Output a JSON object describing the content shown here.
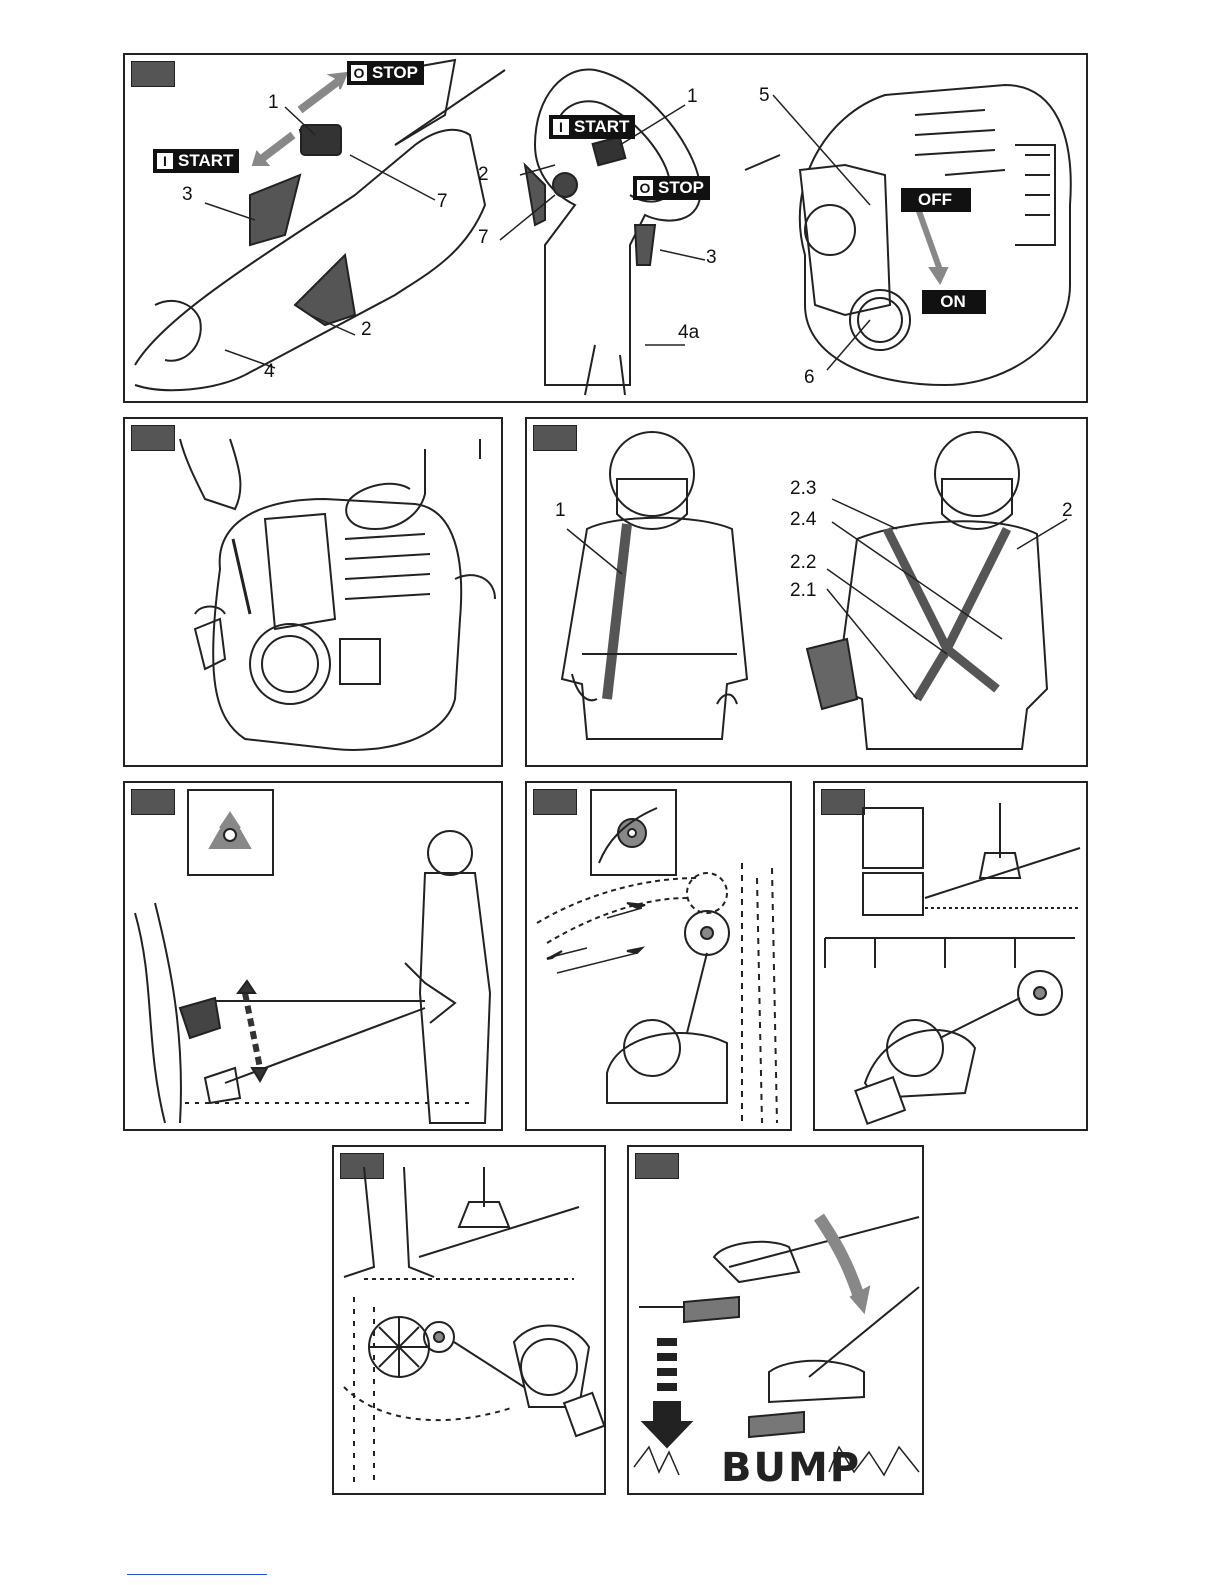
{
  "page": {
    "panel1": {
      "labels": [
        "1",
        "2",
        "3",
        "4",
        "7",
        "1",
        "2",
        "3",
        "4a",
        "7",
        "5",
        "6"
      ],
      "switches": {
        "start": {
          "glyph": "I",
          "text": "START"
        },
        "stop": {
          "glyph": "O",
          "text": "STOP"
        },
        "off": "OFF",
        "on": "ON"
      }
    },
    "panel3": {
      "labels": [
        "1",
        "2.3",
        "2.4",
        "2.2",
        "2.1",
        "2"
      ]
    },
    "panel8": {
      "bump": "BUMP"
    }
  },
  "colors": {
    "border": "#222222",
    "tag": "#555555",
    "arrow": "#888888"
  }
}
